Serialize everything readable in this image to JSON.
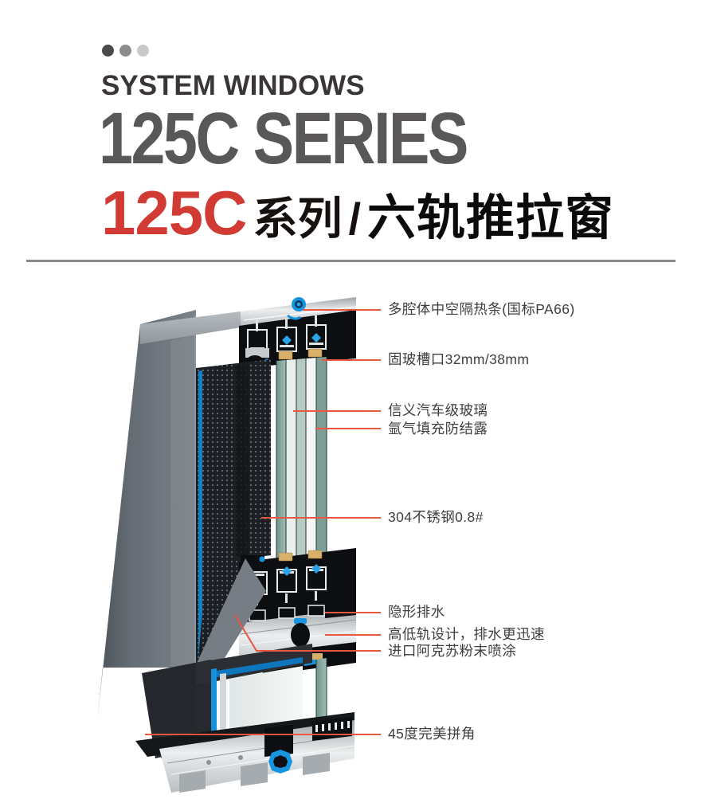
{
  "header": {
    "dots": [
      "#4A4A4C",
      "#8D8D8F",
      "#C9C9CB"
    ],
    "eyebrow": "SYSTEM WINDOWS",
    "title_en": "125C SERIES",
    "title_cn": {
      "code": "125C",
      "suffix": "系列",
      "separator": "/",
      "product": "六轨推拉窗"
    },
    "accent_red": "#D23B34",
    "title_gray": "#595757"
  },
  "diagram": {
    "description": "六轨推拉窗型材剖面渲染图",
    "leader_line_color": "#E8573F",
    "accent_blue": "#1794E0",
    "glass_teal": "#84A69E",
    "gasket_tan": "#D8B06A",
    "callouts": [
      {
        "id": "thermal-break-strip",
        "label": "多腔体中空隔热条(国标PA66)"
      },
      {
        "id": "glazing-slot",
        "label": "固玻槽口32mm/38mm"
      },
      {
        "id": "auto-grade-glass",
        "label": "信义汽车级玻璃"
      },
      {
        "id": "argon-filling",
        "label": "氩气填充防结露"
      },
      {
        "id": "stainless-steel",
        "label": "304不锈钢0.8#"
      },
      {
        "id": "hidden-drainage",
        "label": "隐形排水"
      },
      {
        "id": "high-low-track",
        "label": "高低轨设计，排水更迅速"
      },
      {
        "id": "powder-coating",
        "label": "进口阿克苏粉末喷涂"
      },
      {
        "id": "mitred-corner",
        "label": "45度完美拼角"
      }
    ]
  }
}
